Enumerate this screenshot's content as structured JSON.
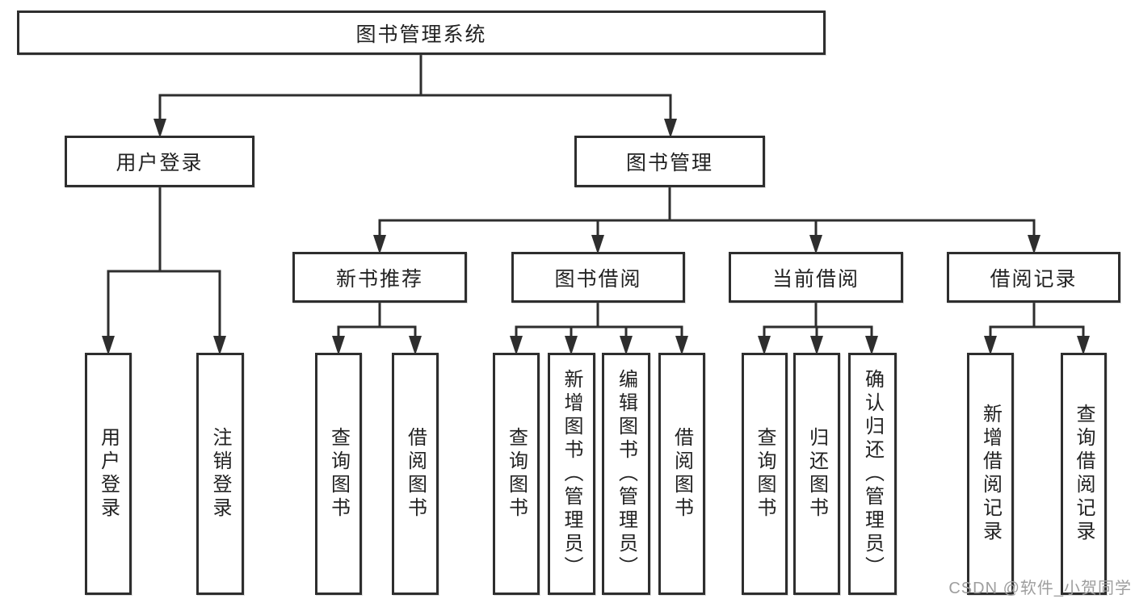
{
  "diagram": {
    "title": "图书管理系统",
    "children": [
      {
        "label": "用户登录",
        "children": [
          {
            "label": "用户登录"
          },
          {
            "label": "注销登录"
          }
        ]
      },
      {
        "label": "图书管理",
        "children": [
          {
            "label": "新书推荐",
            "children": [
              {
                "label": "查询图书"
              },
              {
                "label": "借阅图书"
              }
            ]
          },
          {
            "label": "图书借阅",
            "children": [
              {
                "label": "查询图书"
              },
              {
                "label": "新增图书（管理员）"
              },
              {
                "label": "编辑图书（管理员）"
              },
              {
                "label": "借阅图书"
              }
            ]
          },
          {
            "label": "当前借阅",
            "children": [
              {
                "label": "查询图书"
              },
              {
                "label": "归还图书"
              },
              {
                "label": "确认归还（管理员）"
              }
            ]
          },
          {
            "label": "借阅记录",
            "children": [
              {
                "label": "新增借阅记录"
              },
              {
                "label": "查询借阅记录"
              }
            ]
          }
        ]
      }
    ]
  },
  "watermark": {
    "text": "CSDN @软件_小贺同学"
  },
  "colors": {
    "line": "#2e2e2e",
    "text": "#222222",
    "watermark": "#9e9e9e",
    "background": "#ffffff"
  }
}
